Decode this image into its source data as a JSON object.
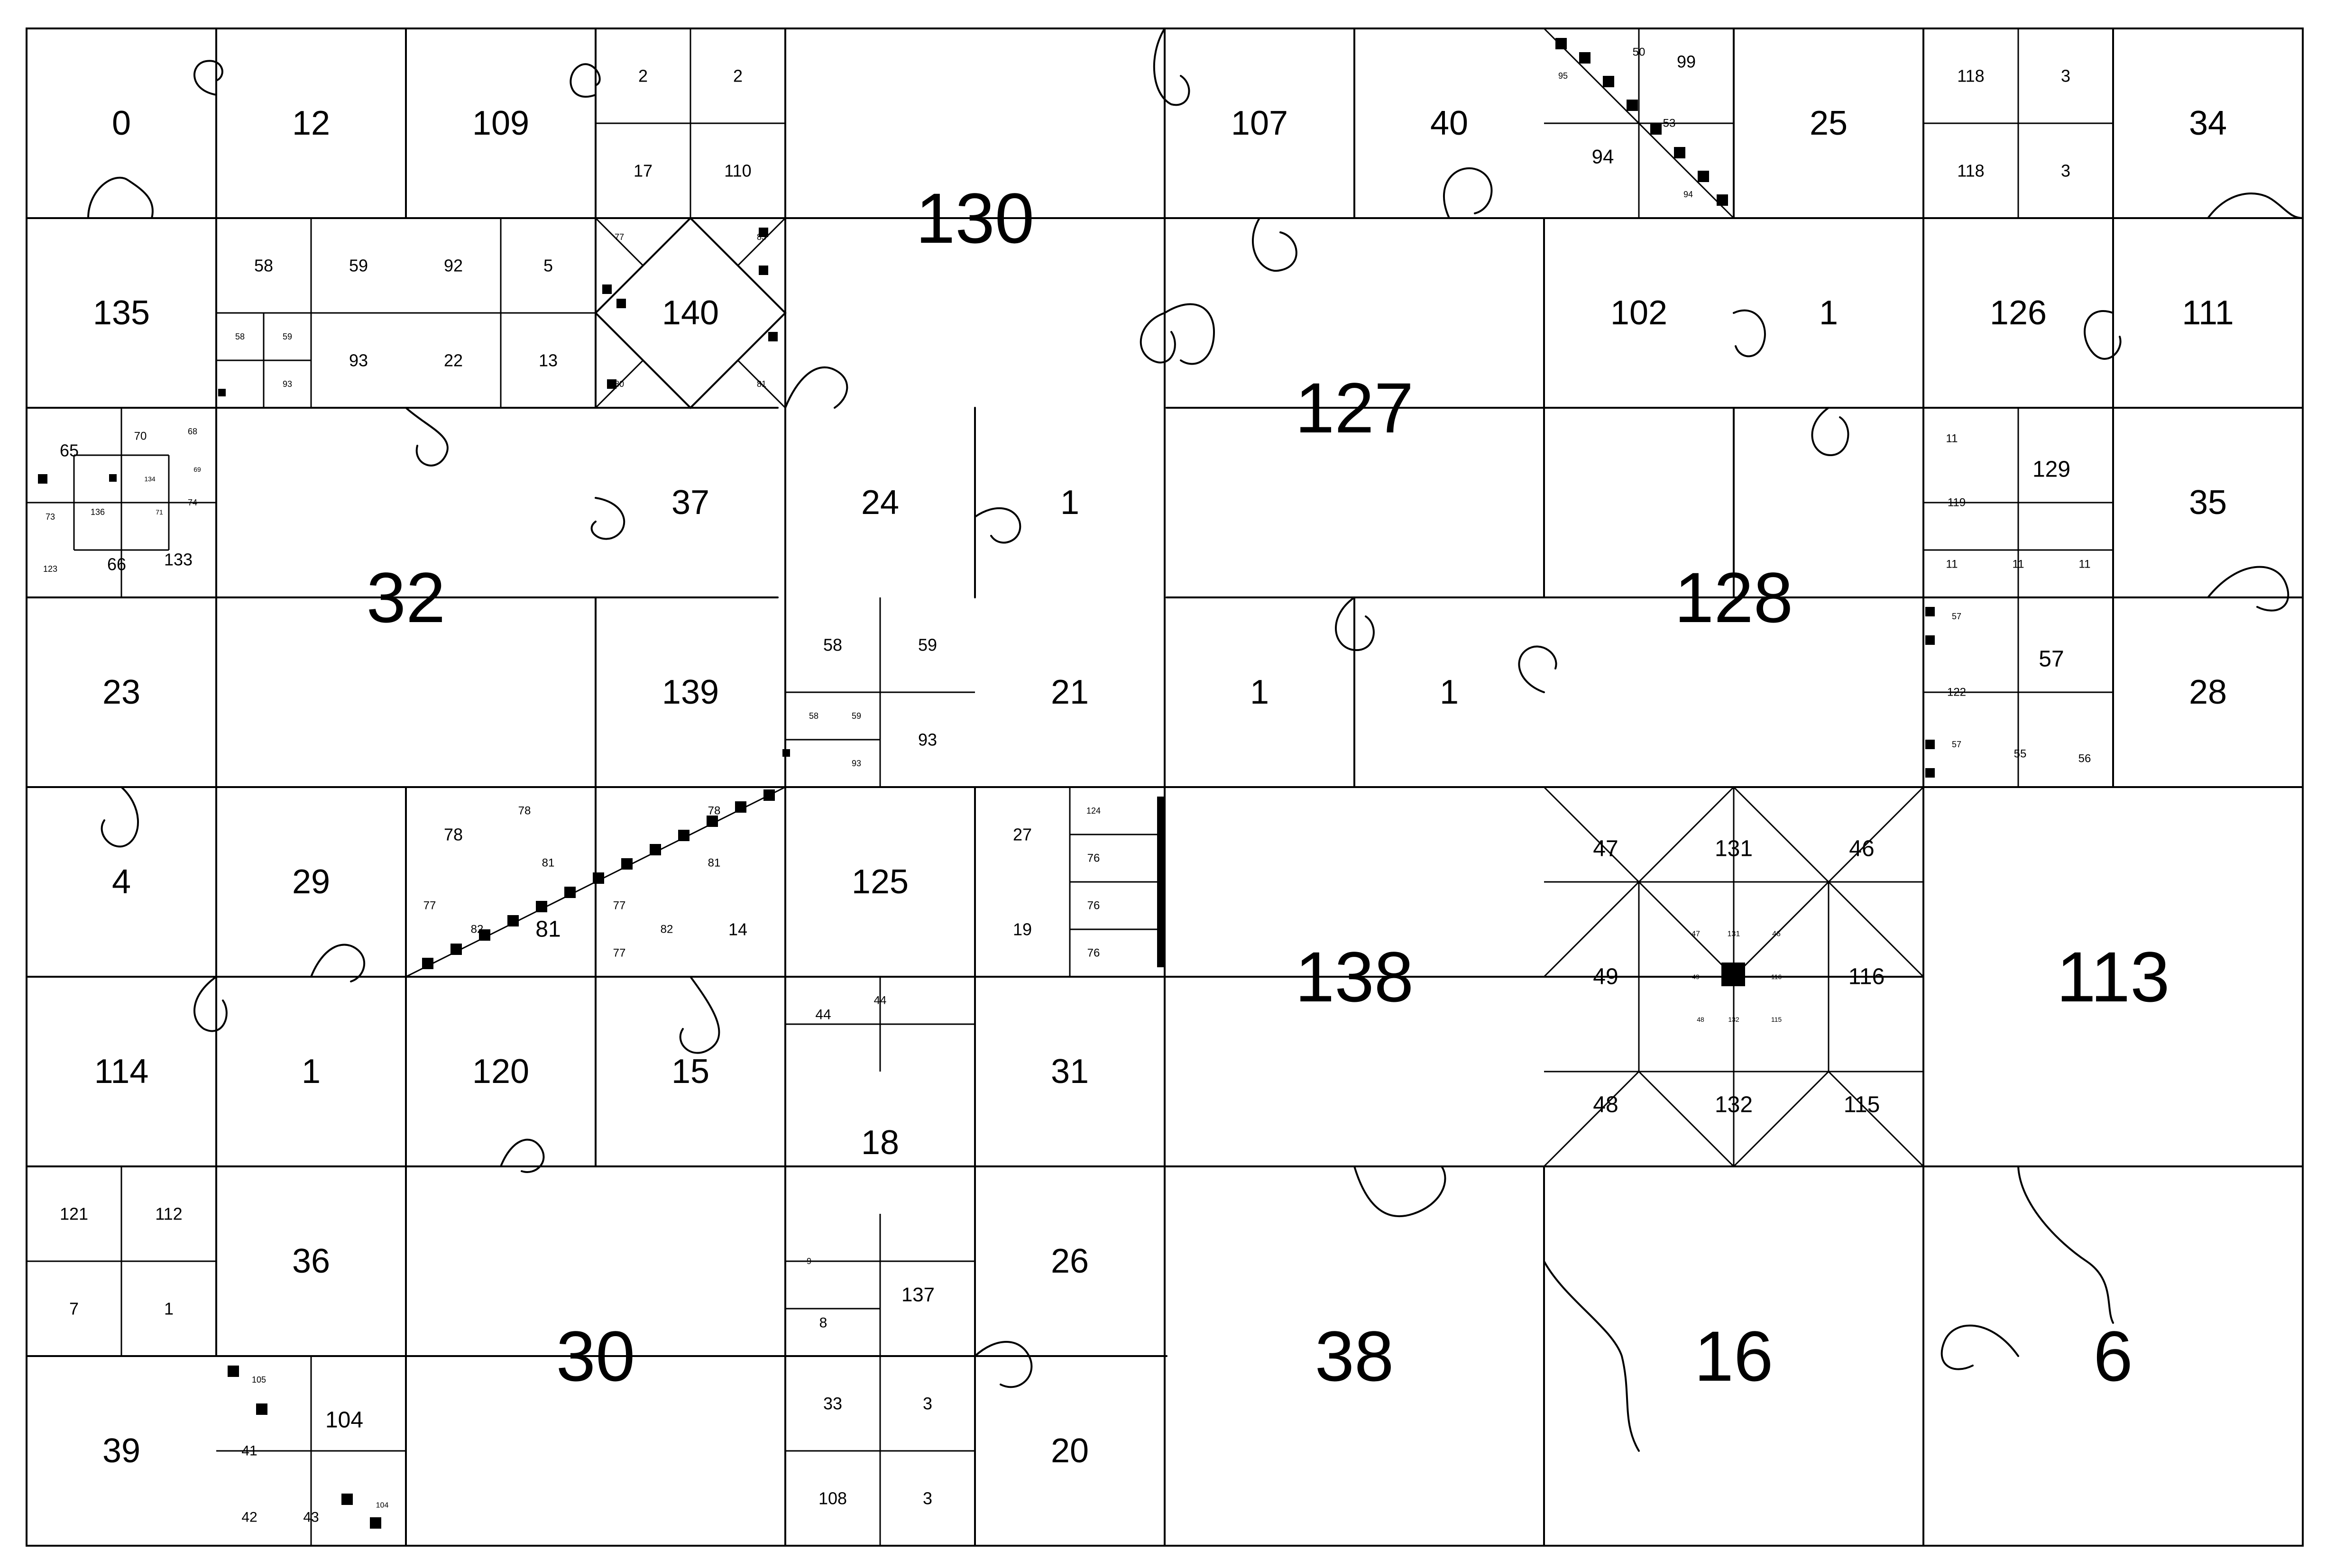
{
  "colors": {
    "background": "#ffffff",
    "line": "#000000"
  },
  "pieces": [
    {
      "label": "0"
    },
    {
      "label": "12"
    },
    {
      "label": "109"
    },
    {
      "label": "2"
    },
    {
      "label": "2"
    },
    {
      "label": "17"
    },
    {
      "label": "110"
    },
    {
      "label": "130"
    },
    {
      "label": "107"
    },
    {
      "label": "40"
    },
    {
      "label": "50"
    },
    {
      "label": "99"
    },
    {
      "label": "95"
    },
    {
      "label": "94"
    },
    {
      "label": "53"
    },
    {
      "label": "94"
    },
    {
      "label": "25"
    },
    {
      "label": "118"
    },
    {
      "label": "3"
    },
    {
      "label": "118"
    },
    {
      "label": "3"
    },
    {
      "label": "34"
    },
    {
      "label": "135"
    },
    {
      "label": "58"
    },
    {
      "label": "59"
    },
    {
      "label": "92"
    },
    {
      "label": "5"
    },
    {
      "label": "58"
    },
    {
      "label": "59"
    },
    {
      "label": "93"
    },
    {
      "label": "22"
    },
    {
      "label": "13"
    },
    {
      "label": "93"
    },
    {
      "label": "77"
    },
    {
      "label": "83"
    },
    {
      "label": "140"
    },
    {
      "label": "80"
    },
    {
      "label": "81"
    },
    {
      "label": "127"
    },
    {
      "label": "102"
    },
    {
      "label": "1"
    },
    {
      "label": "126"
    },
    {
      "label": "111"
    },
    {
      "label": "65"
    },
    {
      "label": "70"
    },
    {
      "label": "68"
    },
    {
      "label": "134"
    },
    {
      "label": "69"
    },
    {
      "label": "73"
    },
    {
      "label": "136"
    },
    {
      "label": "71"
    },
    {
      "label": "74"
    },
    {
      "label": "123"
    },
    {
      "label": "66"
    },
    {
      "label": "133"
    },
    {
      "label": "32"
    },
    {
      "label": "37"
    },
    {
      "label": "24"
    },
    {
      "label": "1"
    },
    {
      "label": "11"
    },
    {
      "label": "129"
    },
    {
      "label": "119"
    },
    {
      "label": "35"
    },
    {
      "label": "11"
    },
    {
      "label": "11"
    },
    {
      "label": "11"
    },
    {
      "label": "128"
    },
    {
      "label": "23"
    },
    {
      "label": "139"
    },
    {
      "label": "58"
    },
    {
      "label": "59"
    },
    {
      "label": "58"
    },
    {
      "label": "59"
    },
    {
      "label": "93"
    },
    {
      "label": "93"
    },
    {
      "label": "21"
    },
    {
      "label": "1"
    },
    {
      "label": "1"
    },
    {
      "label": "57"
    },
    {
      "label": "57"
    },
    {
      "label": "122"
    },
    {
      "label": "57"
    },
    {
      "label": "55"
    },
    {
      "label": "56"
    },
    {
      "label": "28"
    },
    {
      "label": "4"
    },
    {
      "label": "29"
    },
    {
      "label": "78"
    },
    {
      "label": "78"
    },
    {
      "label": "81"
    },
    {
      "label": "77"
    },
    {
      "label": "82"
    },
    {
      "label": "81"
    },
    {
      "label": "77"
    },
    {
      "label": "78"
    },
    {
      "label": "81"
    },
    {
      "label": "77"
    },
    {
      "label": "82"
    },
    {
      "label": "14"
    },
    {
      "label": "125"
    },
    {
      "label": "27"
    },
    {
      "label": "19"
    },
    {
      "label": "124"
    },
    {
      "label": "76"
    },
    {
      "label": "76"
    },
    {
      "label": "76"
    },
    {
      "label": "47"
    },
    {
      "label": "131"
    },
    {
      "label": "46"
    },
    {
      "label": "49"
    },
    {
      "label": "116"
    },
    {
      "label": "138"
    },
    {
      "label": "113"
    },
    {
      "label": "47"
    },
    {
      "label": "131"
    },
    {
      "label": "46"
    },
    {
      "label": "49"
    },
    {
      "label": "116"
    },
    {
      "label": "48"
    },
    {
      "label": "132"
    },
    {
      "label": "115"
    },
    {
      "label": "114"
    },
    {
      "label": "1"
    },
    {
      "label": "120"
    },
    {
      "label": "15"
    },
    {
      "label": "44"
    },
    {
      "label": "44"
    },
    {
      "label": "31"
    },
    {
      "label": "18"
    },
    {
      "label": "48"
    },
    {
      "label": "132"
    },
    {
      "label": "115"
    },
    {
      "label": "121"
    },
    {
      "label": "112"
    },
    {
      "label": "36"
    },
    {
      "label": "7"
    },
    {
      "label": "1"
    },
    {
      "label": "9"
    },
    {
      "label": "137"
    },
    {
      "label": "8"
    },
    {
      "label": "26"
    },
    {
      "label": "105"
    },
    {
      "label": "104"
    },
    {
      "label": "30"
    },
    {
      "label": "38"
    },
    {
      "label": "16"
    },
    {
      "label": "6"
    },
    {
      "label": "39"
    },
    {
      "label": "41"
    },
    {
      "label": "33"
    },
    {
      "label": "3"
    },
    {
      "label": "20"
    },
    {
      "label": "42"
    },
    {
      "label": "43"
    },
    {
      "label": "104"
    },
    {
      "label": "108"
    },
    {
      "label": "3"
    }
  ]
}
